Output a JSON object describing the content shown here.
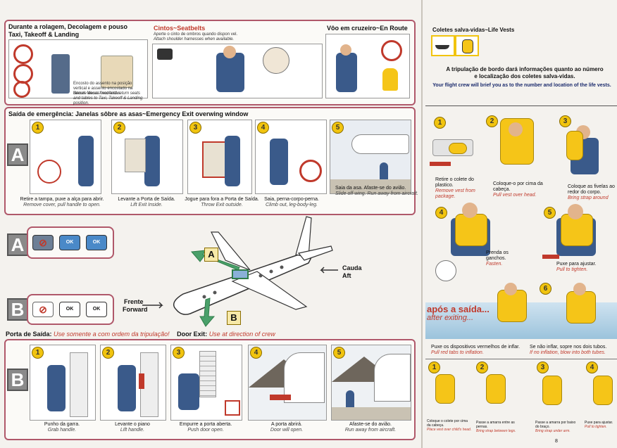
{
  "top_panel": {
    "taxi_title": "Durante a rolagem, Decolagem e pouso",
    "taxi_title_en": "Taxi, Takeoff & Landing",
    "taxi_note_pt": "Encosto do assento na posição vertical e assento encostado na lateral. Mesas recolhidas.",
    "taxi_note_en": "Secure doors fixed and return seats and tables to Taxi, Takeoff & Landing position.",
    "seatbelt_title": "Cintos~Seatbelts",
    "seatbelt_note_pt": "Aperte o cinto de ombros quando dispon vel.",
    "seatbelt_note_en": "Attach shoulder harnesses when available.",
    "enroute_title": "Vôo em cruzeiro~En Route"
  },
  "overwing": {
    "title": "Saída de emergência: Janelas sôbre as asas~Emergency Exit overwing window",
    "label": "A",
    "steps": [
      {
        "n": "1",
        "pt": "Retire a tampa, puxe a alça para abrir.",
        "en": "Remove cover, pull handle to open."
      },
      {
        "n": "2",
        "pt": "Levante a Porta de Saída.",
        "en": "Lift Exit Inside."
      },
      {
        "n": "3",
        "pt": "Jogue para fora a Porta de Saída.",
        "en": "Throw Exit outside."
      },
      {
        "n": "4",
        "pt": "Saia, perna-corpo-perna.",
        "en": "Climb out, leg-body-leg."
      },
      {
        "n": "5",
        "pt": "Saia da asa. Afaste-se do avião.",
        "en": "Slide off wing. Run away from aircraft."
      }
    ]
  },
  "status_a": {
    "label": "A",
    "ok1": "OK",
    "ok2": "OK"
  },
  "status_b": {
    "label": "B",
    "ok1": "OK",
    "ok2": "OK"
  },
  "diagram": {
    "label_a": "A",
    "label_b": "B",
    "aft": "Cauda\nAft",
    "aft_pt": "Cauda",
    "aft_en": "Aft",
    "forward_pt": "Frente",
    "forward_en": "Forward"
  },
  "door": {
    "title_pt": "Porta de Saída:",
    "title_pt_note": "Use somente a com ordem da tripulação!",
    "title_en": "Door Exit:",
    "title_en_note": "Use at direction of crew",
    "label": "B",
    "steps": [
      {
        "n": "1",
        "pt": "Punho da garra.",
        "en": "Grab handle."
      },
      {
        "n": "2",
        "pt": "Levante o piano",
        "en": "Lift handle."
      },
      {
        "n": "3",
        "pt": "Empurre a porta aberta.",
        "en": "Push door open."
      },
      {
        "n": "4",
        "pt": "A porta abrirá.",
        "en": "Door will open."
      },
      {
        "n": "5",
        "pt": "Afaste-se do avião.",
        "en": "Run away from aircraft."
      }
    ]
  },
  "lifevest": {
    "title": "Coletes salva-vidas~Life Vests",
    "brief_pt_1": "A tripulação de bordo dará informações quanto ao número",
    "brief_pt_2": "e localização dos coletes salva-vidas.",
    "brief_en": "Your flight crew will brief you as to the number and location of the life vests.",
    "steps": [
      {
        "n": "1",
        "pt": "Retire o colete do plastico.",
        "en": "Remove vest from package."
      },
      {
        "n": "2",
        "pt": "Coloque-o por cima da cabeça.",
        "en": "Pull vest over head."
      },
      {
        "n": "3",
        "pt": "Coloque as fivelas ao redor do corpo.",
        "en": "Bring strap around"
      },
      {
        "n": "4",
        "pt": "Prenda os ganchos.",
        "en": "Fasten."
      },
      {
        "n": "5",
        "pt": "Puxe para ajustar.",
        "en": "Pull to tighten."
      },
      {
        "n": "6",
        "pt": "",
        "en": ""
      }
    ],
    "after_pt": "após a saída...",
    "after_en": "after exiting...",
    "inflate_pt": "Puxe os dispositivos vermelhos de inflar.",
    "inflate_en": "Pull red tabs to inflation.",
    "noinflate_pt": "Se não inflar, sopre nos dois tubos.",
    "noinflate_en": "If no inflation, blow into both tubes.",
    "child_steps": [
      {
        "n": "1",
        "pt": "Coloque o colete por cima da cabeça.",
        "en": "Place vest over child's head."
      },
      {
        "n": "2",
        "pt": "Passe a amarra entre as pernas.",
        "en": "Bring strap between legs."
      },
      {
        "n": "3",
        "pt": "Passe a amarra por baixo do braço.",
        "en": "Bring strap under arm."
      },
      {
        "n": "4",
        "pt": "Puxe para ajustar.",
        "en": "Pull to tighten."
      }
    ],
    "page_no": "8"
  }
}
